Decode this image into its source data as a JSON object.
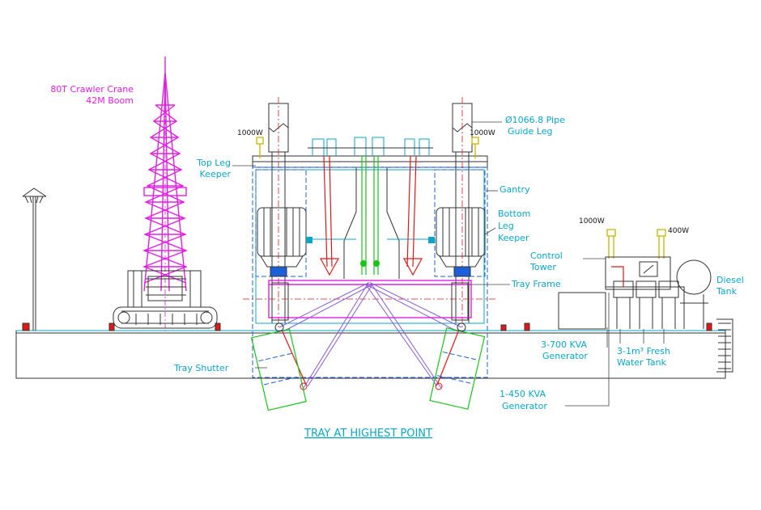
{
  "labels": {
    "crane_line1": "80T Crawler Crane",
    "crane_line2": "42M Boom",
    "pipe_line1": "Ø1066.8 Pipe",
    "pipe_line2": "Guide Leg",
    "top_keeper_line1": "Top Leg",
    "top_keeper_line2": "Keeper",
    "gantry": "Gantry",
    "bottom_keeper_line1": "Bottom",
    "bottom_keeper_line2": "Leg",
    "bottom_keeper_line3": "Keeper",
    "control_line1": "Control",
    "control_line2": "Tower",
    "tray_frame": "Tray Frame",
    "diesel_line1": "Diesel",
    "diesel_line2": "Tank",
    "gen700_line1": "3-700 KVA",
    "gen700_line2": "Generator",
    "water_line1": "3-1m³ Fresh",
    "water_line2": "Water Tank",
    "tray_shutter": "Tray Shutter",
    "gen450_line1": "1-450 KVA",
    "gen450_line2": "Generator",
    "caption": "TRAY AT HIGHEST POINT"
  },
  "lamps": {
    "left": "1000W",
    "right": "1000W",
    "tower_left": "1000W",
    "tower_right": "400W"
  },
  "colors": {
    "crane": "#e020e0",
    "annotation": "#0aa6c8",
    "hydraulic": "#e01818",
    "center_guide": "#19c419",
    "shutter": "#19c419",
    "outline": "#333333"
  }
}
